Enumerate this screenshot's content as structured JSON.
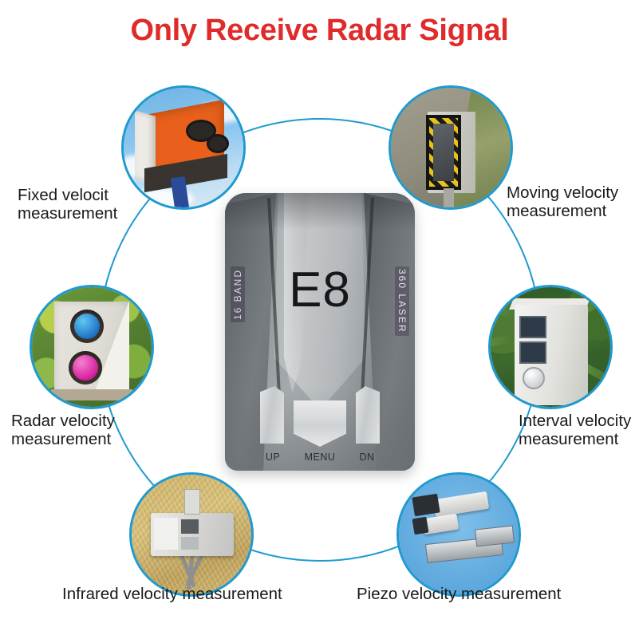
{
  "title": "Only Receive Radar Signal",
  "theme": {
    "title_color": "#e02b2b",
    "ring_color": "#1e9ad0",
    "bubble_border_color": "#1e9ad0",
    "label_color": "#1a1a1a",
    "background": "#ffffff"
  },
  "features": [
    {
      "id": "fixed",
      "label": "Fixed velocit\nmeasurement",
      "photo": "orange-box-speed-camera-against-sky"
    },
    {
      "id": "moving",
      "label": "Moving velocity\nmeasurement",
      "photo": "grey-roadside-speed-camera-cabinet-with-hazard-stripes"
    },
    {
      "id": "radar",
      "label": "Radar velocity\nmeasurement",
      "photo": "white-housing-with-blue-and-magenta-lenses-in-foliage"
    },
    {
      "id": "interval",
      "label": "Interval velocity\nmeasurement",
      "photo": "white-enforcement-cabinet-among-palm-leaves"
    },
    {
      "id": "infrared",
      "label": "Infrared velocity measurement",
      "photo": "tripod-mounted-mobile-speed-camera-on-dry-grass"
    },
    {
      "id": "piezo",
      "label": "Piezo velocity measurement",
      "photo": "traffic-camera-rig-on-blue-background"
    }
  ],
  "device": {
    "model": "E8",
    "band_legend": "16 BAND",
    "laser_legend": "360 LASER",
    "buttons": {
      "up": "UP",
      "menu": "MENU",
      "down": "DN"
    }
  }
}
